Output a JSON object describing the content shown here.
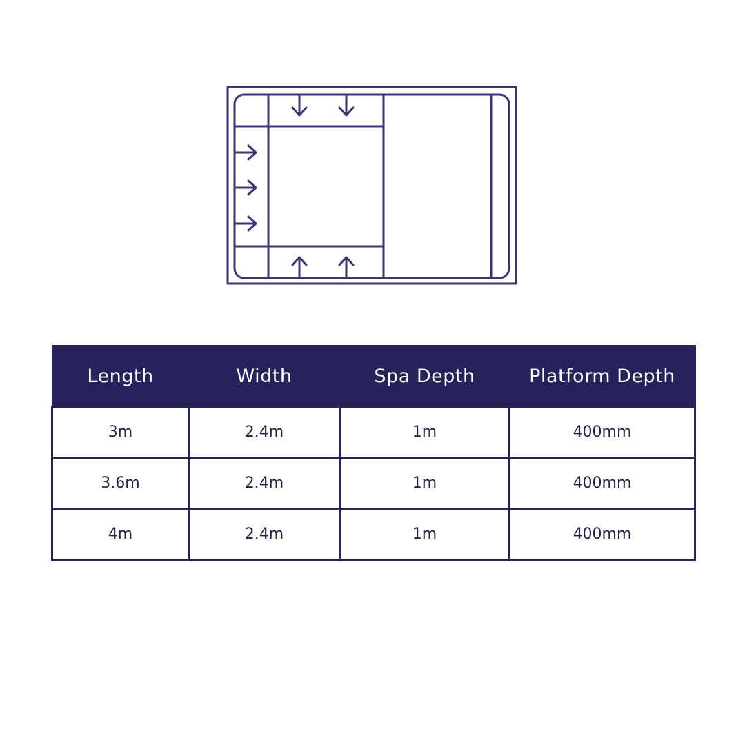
{
  "colors": {
    "navy": "#25235a",
    "diagram_stroke": "#3a3470",
    "background": "#ffffff"
  },
  "diagram": {
    "icon": "pool-spa-layout-diagram"
  },
  "table": {
    "headers": [
      "Length",
      "Width",
      "Spa Depth",
      "Platform Depth"
    ],
    "rows": [
      [
        "3m",
        "2.4m",
        "1m",
        "400mm"
      ],
      [
        "3.6m",
        "2.4m",
        "1m",
        "400mm"
      ],
      [
        "4m",
        "2.4m",
        "1m",
        "400mm"
      ]
    ]
  }
}
